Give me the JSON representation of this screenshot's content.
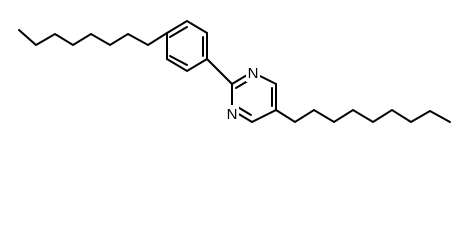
{
  "molecule": {
    "atoms": [
      {
        "id": "n1",
        "symbol": "N"
      },
      {
        "id": "n3",
        "symbol": "N"
      }
    ]
  },
  "colors": {
    "bond": "#000000",
    "label": "#000000",
    "background": "#ffffff"
  }
}
